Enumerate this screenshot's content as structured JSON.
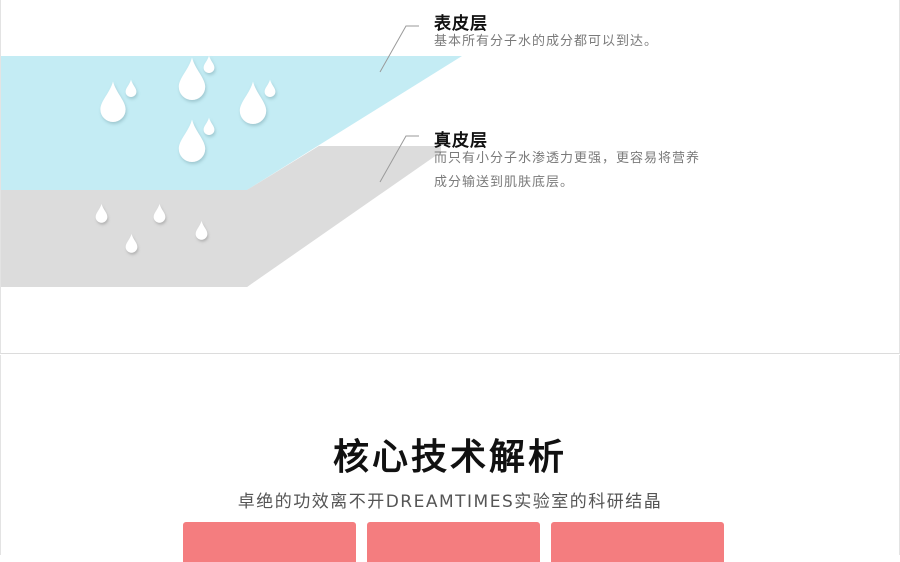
{
  "layers": {
    "epidermis": {
      "title": "表皮层",
      "desc": "基本所有分子水的成分都可以到达。",
      "color": "#c4ecf4"
    },
    "dermis": {
      "title": "真皮层",
      "desc_line1": "而只有小分子水渗透力更强，更容易将营养",
      "desc_line2": "成分输送到肌肤底层。",
      "color": "#dcdcdc"
    }
  },
  "section": {
    "title": "核心技术解析",
    "subtitle": "卓绝的功效离不开DREAMTIMES实验室的科研结晶"
  },
  "colors": {
    "card": "#f47d7f",
    "drop": "#ffffff"
  },
  "icons": [
    "water-drop-icon"
  ]
}
